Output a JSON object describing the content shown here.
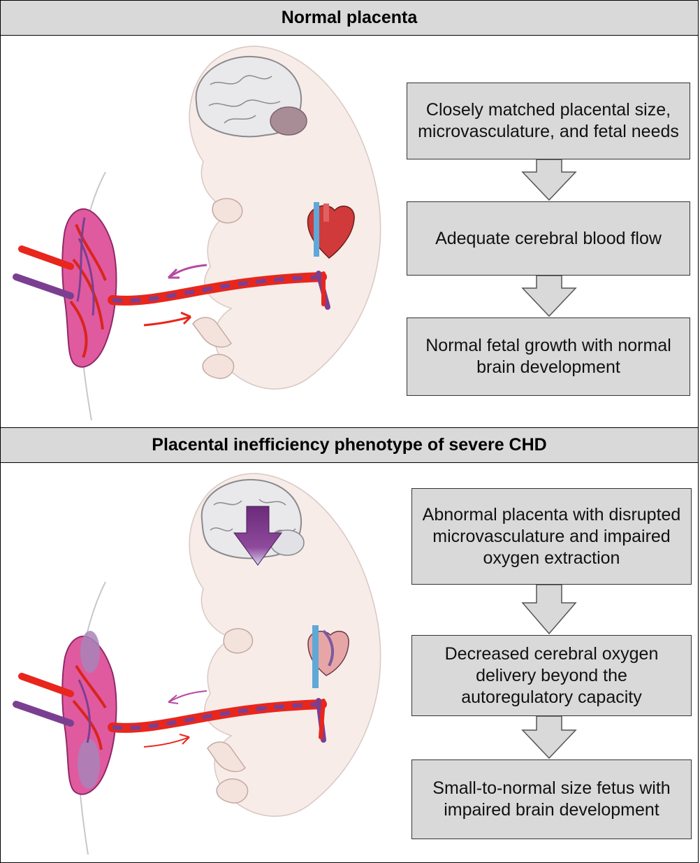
{
  "panels": [
    {
      "title": "Normal placenta",
      "steps": [
        "Closely matched placental size, microvasculature, and fetal needs",
        "Adequate cerebral blood flow",
        "Normal fetal growth with normal brain development"
      ]
    },
    {
      "title": "Placental inefficiency phenotype of severe CHD",
      "steps": [
        "Abnormal placenta with disrupted microvasculature and impaired oxygen extraction",
        "Decreased cerebral oxygen delivery beyond the autoregulatory capacity",
        "Small-to-normal size fetus with impaired brain development"
      ]
    }
  ],
  "colors": {
    "header_fill": "#d9d9d9",
    "box_fill": "#d9d9d9",
    "artery": "#e8261c",
    "vein": "#7b3f91",
    "placenta": "#e05aa0",
    "fetus_skin": "#f7ece8",
    "brain": "#e9e9ec",
    "down_arrow_purple": "#6b2a7a"
  }
}
